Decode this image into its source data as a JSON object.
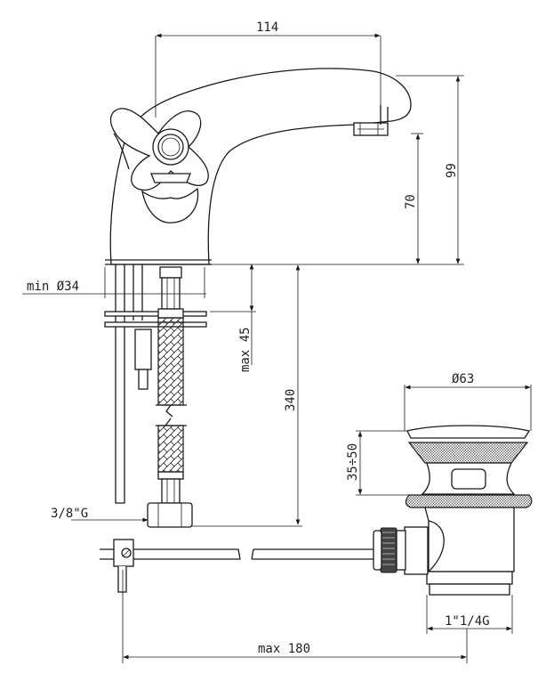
{
  "dimensions": {
    "spout_reach": "114",
    "total_height": "99",
    "spout_height": "70",
    "min_hole_diameter": "min Ø34",
    "max_deck_thickness": "max 45",
    "hose_length": "340",
    "waste_flange_diameter": "Ø63",
    "waste_adjust_range": "35÷50",
    "hose_thread": "3/8\"G",
    "waste_thread": "1\"1/4G",
    "max_rod_distance": "max 180"
  },
  "colors": {
    "line": "#1a1a1a",
    "background": "#ffffff"
  }
}
